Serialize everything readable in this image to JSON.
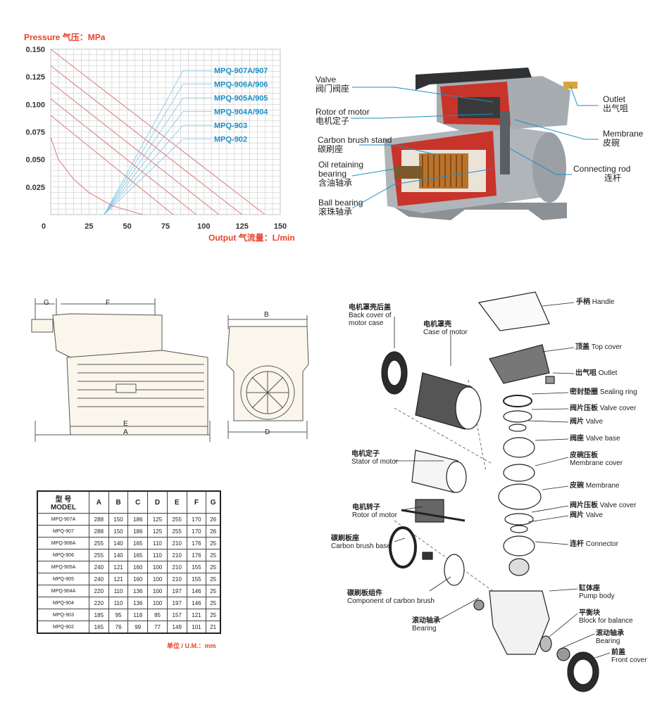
{
  "colors": {
    "red": "#e8432b",
    "blue": "#1a8fc8",
    "grid": "#c9c9c9",
    "redline": "#d97a7a",
    "blueline": "#7fc6e6"
  },
  "chart_data": {
    "type": "line",
    "ylabel": "Pressure 气压：MPa",
    "xlabel": "Output 气流量：L/min",
    "xlim": [
      0,
      150
    ],
    "ylim": [
      0,
      0.15
    ],
    "x_ticks": [
      "0",
      "25",
      "50",
      "75",
      "100",
      "125",
      "150"
    ],
    "y_ticks": [
      "0.150",
      "0.125",
      "0.100",
      "0.075",
      "0.050",
      "0.025"
    ],
    "grid": true,
    "series": [
      {
        "name": "MPQ-907A/907",
        "color": "#d97a7a",
        "x": [
          0,
          140
        ],
        "y": [
          0.15,
          0.0
        ]
      },
      {
        "name": "MPQ-906A/906",
        "color": "#d97a7a",
        "x": [
          0,
          125
        ],
        "y": [
          0.135,
          0.0
        ]
      },
      {
        "name": "MPQ-905A/905",
        "color": "#d97a7a",
        "x": [
          0,
          110
        ],
        "y": [
          0.12,
          0.0
        ]
      },
      {
        "name": "MPQ-904A/904",
        "color": "#d97a7a",
        "x": [
          0,
          95
        ],
        "y": [
          0.105,
          0.0
        ]
      },
      {
        "name": "MPQ-903",
        "color": "#d97a7a",
        "x": [
          0,
          80
        ],
        "y": [
          0.09,
          0.0
        ]
      },
      {
        "name": "MPQ-902",
        "color": "#d97a7a",
        "x": [
          0,
          5,
          15,
          25,
          40,
          60
        ],
        "y": [
          0.07,
          0.05,
          0.032,
          0.02,
          0.008,
          0.0
        ]
      }
    ],
    "legend": [
      "MPQ-907A/907",
      "MPQ-906A/906",
      "MPQ-905A/905",
      "MPQ-904A/904",
      "MPQ-903",
      "MPQ-902"
    ]
  },
  "cutaway": {
    "labels": {
      "valve_en": "Valve",
      "valve_zh": "阀门阀座",
      "rotor_en": "Rotor of motor",
      "rotor_zh": "电机定子",
      "carbon_en": "Carbon brush stand",
      "carbon_zh": "碳刷座",
      "oil_en1": "Oil retaining",
      "oil_en2": "bearing",
      "oil_zh": "含油轴承",
      "ball_en": "Ball bearing",
      "ball_zh": "滚珠轴承",
      "outlet_en": "Outlet",
      "outlet_zh": "出气咀",
      "membrane_en": "Membrane",
      "membrane_zh": "皮碗",
      "rod_en": "Connecting rod",
      "rod_zh": "连杆"
    }
  },
  "dimensions": {
    "g": "G",
    "f": "F",
    "e": "E",
    "a": "A",
    "b": "B",
    "d": "D"
  },
  "table": {
    "header_model_zh": "型 号",
    "header_model_en": "MODEL",
    "columns": [
      "A",
      "B",
      "C",
      "D",
      "E",
      "F",
      "G"
    ],
    "rows": [
      {
        "model": "MPQ-907A",
        "values": [
          "288",
          "150",
          "186",
          "125",
          "255",
          "170",
          "26"
        ]
      },
      {
        "model": "MPQ-907",
        "values": [
          "288",
          "150",
          "186",
          "125",
          "255",
          "170",
          "26"
        ]
      },
      {
        "model": "MPQ-906A",
        "values": [
          "255",
          "140",
          "165",
          "110",
          "210",
          "176",
          "25"
        ]
      },
      {
        "model": "MPQ-906",
        "values": [
          "255",
          "140",
          "165",
          "110",
          "210",
          "176",
          "25"
        ]
      },
      {
        "model": "MPQ-905A",
        "values": [
          "240",
          "121",
          "160",
          "100",
          "210",
          "155",
          "25"
        ]
      },
      {
        "model": "MPQ-905",
        "values": [
          "240",
          "121",
          "160",
          "100",
          "210",
          "155",
          "25"
        ]
      },
      {
        "model": "MPQ-904A",
        "values": [
          "220",
          "110",
          "136",
          "100",
          "197",
          "146",
          "25"
        ]
      },
      {
        "model": "MPQ-904",
        "values": [
          "220",
          "110",
          "136",
          "100",
          "197",
          "146",
          "25"
        ]
      },
      {
        "model": "MPQ-903",
        "values": [
          "185",
          "95",
          "118",
          "85",
          "157",
          "121",
          "25"
        ]
      },
      {
        "model": "MPQ-902",
        "values": [
          "165",
          "76",
          "99",
          "77",
          "149",
          "101",
          "21"
        ]
      }
    ],
    "unit": "单位 / U.M.：mm"
  },
  "exploded": {
    "parts": [
      {
        "key": "back_cover",
        "zh": "电机罩壳后盖",
        "en1": "Back cover of",
        "en2": "motor case"
      },
      {
        "key": "case",
        "zh": "电机罩壳",
        "en1": "Case of motor",
        "en2": ""
      },
      {
        "key": "stator",
        "zh": "电机定子",
        "en1": "Stator of motor",
        "en2": ""
      },
      {
        "key": "rotor",
        "zh": "电机转子",
        "en1": "Rotor of motor",
        "en2": ""
      },
      {
        "key": "carbon_base",
        "zh": "碳刷板座",
        "en1": "Carbon brush base",
        "en2": ""
      },
      {
        "key": "carbon_comp",
        "zh": "碳刷板组件",
        "en1": "Component of carbon brush",
        "en2": ""
      },
      {
        "key": "bearing_l",
        "zh": "滚动轴承",
        "en1": "Bearing",
        "en2": ""
      },
      {
        "key": "handle",
        "zh": "手柄",
        "en1": "Handle",
        "en2": ""
      },
      {
        "key": "top_cover",
        "zh": "顶盖",
        "en1": "Top cover",
        "en2": ""
      },
      {
        "key": "outlet",
        "zh": "出气咀",
        "en1": "Outlet",
        "en2": ""
      },
      {
        "key": "sealing",
        "zh": "密封垫圈",
        "en1": "Sealing ring",
        "en2": ""
      },
      {
        "key": "valve_cover1",
        "zh": "阀片压板",
        "en1": "Valve cover",
        "en2": ""
      },
      {
        "key": "valve1",
        "zh": "阀片",
        "en1": "Valve",
        "en2": ""
      },
      {
        "key": "valve_base",
        "zh": "阀座",
        "en1": "Valve base",
        "en2": ""
      },
      {
        "key": "membrane_cover",
        "zh": "皮碗压板",
        "en1": "Membrane cover",
        "en2": ""
      },
      {
        "key": "membrane",
        "zh": "皮碗",
        "en1": "Membrane",
        "en2": ""
      },
      {
        "key": "valve_cover2",
        "zh": "阀片压板",
        "en1": "Valve cover",
        "en2": ""
      },
      {
        "key": "valve2",
        "zh": "阀片",
        "en1": "Valve",
        "en2": ""
      },
      {
        "key": "connector",
        "zh": "连杆",
        "en1": "Connector",
        "en2": ""
      },
      {
        "key": "pump_body",
        "zh": "缸体座",
        "en1": "Pump body",
        "en2": ""
      },
      {
        "key": "balance",
        "zh": "平衡块",
        "en1": "Block for balance",
        "en2": ""
      },
      {
        "key": "bearing_r",
        "zh": "滚动轴承",
        "en1": "Bearing",
        "en2": ""
      },
      {
        "key": "front_cover",
        "zh": "前盖",
        "en1": "Front cover",
        "en2": ""
      }
    ]
  }
}
